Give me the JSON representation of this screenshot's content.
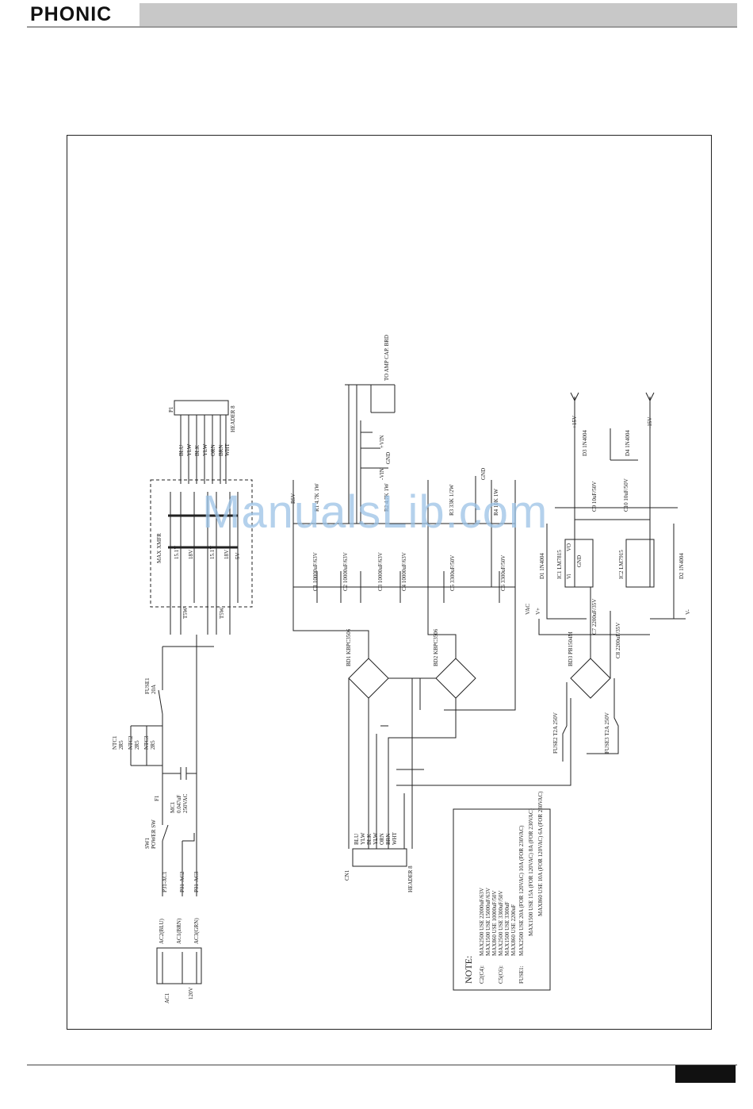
{
  "header": {
    "logo": "PHONIC"
  },
  "watermark": "ManualsLib.com",
  "schematic": {
    "power_in": [
      "AC1",
      "120V",
      "AC2(BLU)",
      "AC1(BRN)",
      "AC3(GRN)",
      "P31-AC1",
      "P31-AC2",
      "P31-AC3"
    ],
    "switch": [
      "SW1",
      "POWER SW"
    ],
    "capacitor_ac": [
      "MC1",
      "0.047uF",
      "250VAC",
      "F1"
    ],
    "ntc": [
      "NTC1",
      "2R5",
      "NTC2",
      "2R5",
      "NTC3",
      "2R5"
    ],
    "fuse1": [
      "FUSE1",
      "20A"
    ],
    "transformer": [
      "MAX XMFR",
      "15.1V",
      "15.1V",
      "18V",
      "18V",
      "5V",
      "T5W",
      "T5W"
    ],
    "connector_p1": [
      "P1",
      "HEADER 8",
      "BLU",
      "YLW",
      "BLK",
      "YLW",
      "ORN",
      "BRN",
      "WHT"
    ],
    "to_amp_cap": "TO AMP CAP. BRD",
    "reg_rails": [
      "+VIN",
      "GND",
      "-VIN",
      "GND"
    ],
    "resistors": [
      "R1 4.7K 1W",
      "R2 4.7K 1W",
      "R3 33K 1/2W",
      "R4 10K 1W",
      "R5V"
    ],
    "big_caps": [
      "C1 10000uF/63V",
      "C2 10000uF/63V",
      "C3 10000uF/63V",
      "C4 10000uF/63V",
      "C5 3300uF/50V",
      "C6 3300uF/50V"
    ],
    "bridges": [
      "BD1 KBPC3506",
      "BD2 KBPC3506",
      "BD3 PB1504M"
    ],
    "regs": [
      "IC1 LM7815",
      "IC2 LM7915",
      "D1 1N4004",
      "D2 1N4004",
      "D3 1N4004",
      "D4 1N4004",
      "C7 2200uF/35V",
      "C8 2200uF/35V",
      "C9 10uF/50V",
      "C10 10uF/50V",
      "+15V",
      "-15V",
      "VAC",
      "V+",
      "V-",
      "Vi",
      "VO",
      "GND"
    ],
    "fuses_sec": [
      "FUSE2 T2A 250V",
      "FUSE3 T2A 250V"
    ],
    "connector_cn": [
      "CN1",
      "HEADER 8",
      "BLU",
      "YLW",
      "BLK",
      "YLW",
      "ORN",
      "BRN",
      "WHT"
    ],
    "note": [
      "NOTE:",
      "C2(C4):",
      "MAX2500 USE 22000uF/63V",
      "MAX1500 USE 15000uF/63V",
      "MAX860 USE 10000uF/50V",
      "C5(C6):",
      "MAX2500 USE 3300uF/50V",
      "MAX1500 USE 3300uF",
      "MAX860 USE 2200uF",
      "FUSE1:",
      "MAX2500 USE 20A (FOR 120VAC) 10A (FOR 230VAC)",
      "MAX1500 USE 15A (FOR 120VAC) 8A (FOR 230VAC)",
      "MAX860 USE 10A (FOR 120VAC) 6A (FOR 230VAC)"
    ]
  }
}
